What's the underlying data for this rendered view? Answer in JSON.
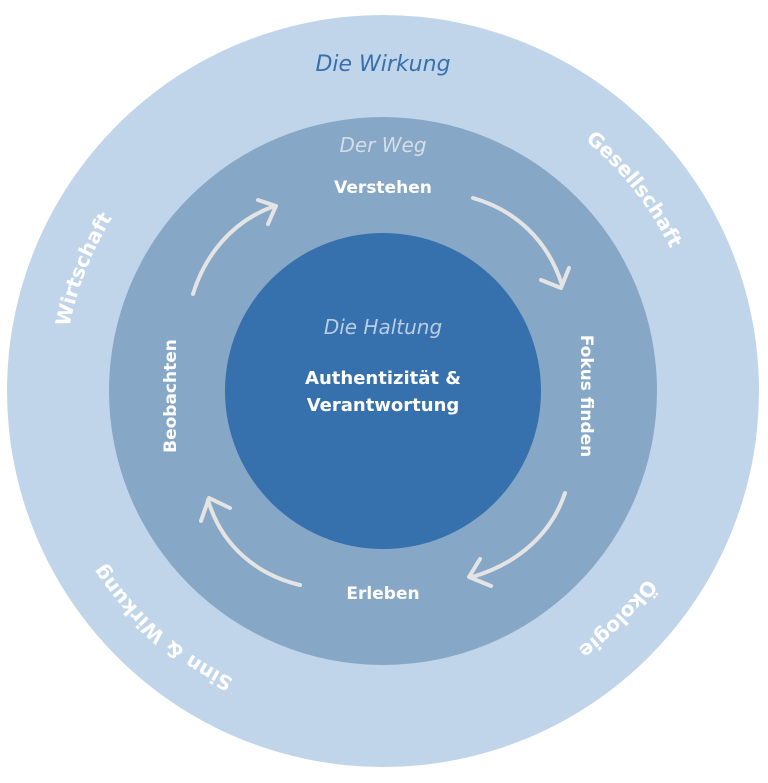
{
  "colors": {
    "background": "#ffffff",
    "outer_ring": "#c1d5ea",
    "middle_ring": "#87a7c7",
    "inner_circle": "#3670ad",
    "outer_title": "#3670ad",
    "middle_title": "#d5dde6",
    "inner_title": "#b8cde6",
    "label_text": "#ffffff",
    "arrows": "#e4e4e4"
  },
  "outer": {
    "title": "Die Wirkung",
    "labels": [
      "Wirtschaft",
      "Gesellschaft",
      "Ökologie",
      "Sinn & Wirkung"
    ]
  },
  "middle": {
    "title": "Der Weg",
    "steps": [
      "Verstehen",
      "Fokus finden",
      "Erleben",
      "Beobachten"
    ]
  },
  "inner": {
    "title": "Die Haltung",
    "line1": "Authentizität &",
    "line2": "Verantwortung"
  },
  "arrows": [
    {
      "name": "arrow-beobachten-to-verstehen",
      "direction": "clockwise"
    },
    {
      "name": "arrow-verstehen-to-fokus",
      "direction": "clockwise"
    },
    {
      "name": "arrow-fokus-to-erleben",
      "direction": "clockwise"
    },
    {
      "name": "arrow-erleben-to-beobachten",
      "direction": "clockwise"
    }
  ]
}
